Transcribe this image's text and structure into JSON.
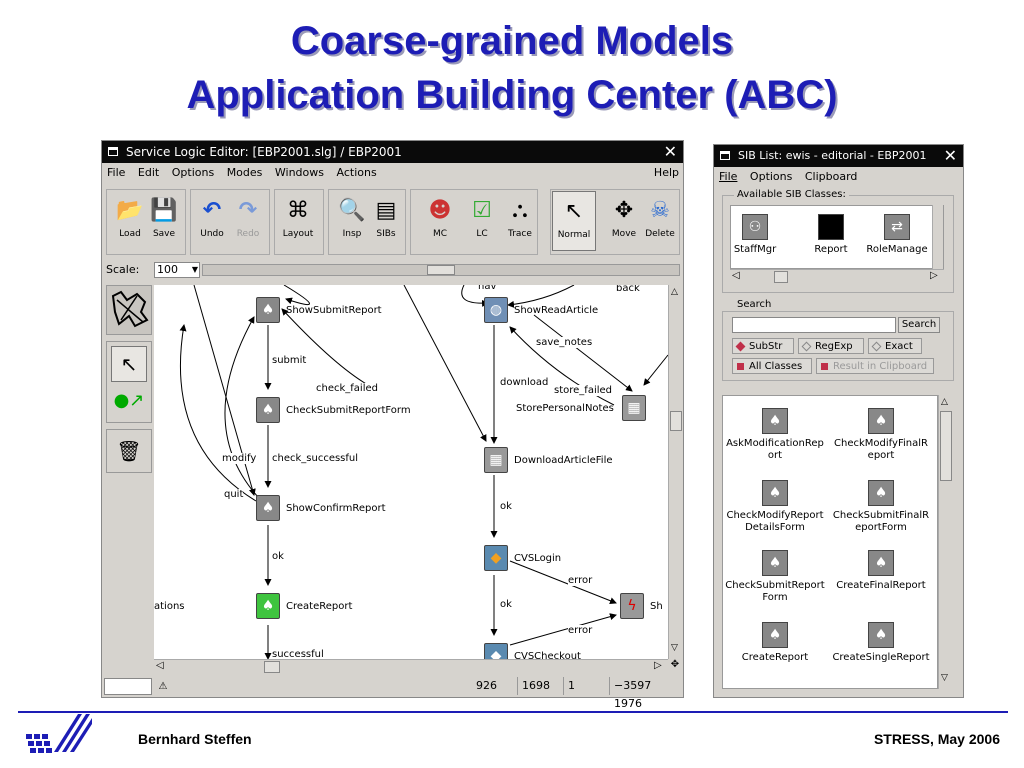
{
  "slide": {
    "title_line1": "Coarse-grained Models",
    "title_line2": "Application Building Center (ABC)",
    "author": "Bernhard Steffen",
    "event": "STRESS, May 2006"
  },
  "editor": {
    "title": "Service Logic Editor: [EBP2001.slg] / EBP2001",
    "menu": [
      "File",
      "Edit",
      "Options",
      "Modes",
      "Windows",
      "Actions"
    ],
    "help": "Help",
    "toolbar": {
      "load": "Load",
      "save": "Save",
      "undo": "Undo",
      "redo": "Redo",
      "layout": "Layout",
      "insp": "Insp",
      "sibs": "SIBs",
      "mc": "MC",
      "lc": "LC",
      "trace": "Trace",
      "normal": "Normal",
      "move": "Move",
      "delete": "Delete"
    },
    "scale_label": "Scale:",
    "scale_value": "100",
    "status": [
      "926",
      "1698",
      "1",
      "−3597 1976"
    ],
    "nodes": {
      "show_submit_report": "ShowSubmitReport",
      "check_submit_report_form": "CheckSubmitReportForm",
      "show_confirm_report": "ShowConfirmReport",
      "create_report": "CreateReport",
      "show_read_article": "ShowReadArticle",
      "store_personal_notes": "StorePersonalNotes",
      "download_article_file": "DownloadArticleFile",
      "cvs_login": "CVSLogin",
      "cvs_checkout": "CVSCheckout",
      "sh": "Sh",
      "ations": "ations"
    },
    "edges": {
      "submit": "submit",
      "check_failed": "check_failed",
      "modify": "modify",
      "check_successful": "check_successful",
      "quit": "quit",
      "ok1": "ok",
      "successful": "successful",
      "nav": "nav",
      "back": "back",
      "save_notes": "save_notes",
      "download": "download",
      "store_failed": "store_failed",
      "ok2": "ok",
      "error1": "error",
      "ok3": "ok",
      "error2": "error"
    }
  },
  "sib": {
    "title": "SIB List: ewis - editorial - EBP2001",
    "menu": [
      "File",
      "Options",
      "Clipboard"
    ],
    "available_label": "Available SIB Classes:",
    "classes": [
      "StaffMgr",
      "Report",
      "RoleManage"
    ],
    "search_label": "Search",
    "search_button": "Search",
    "substr": "SubStr",
    "regexp": "RegExp",
    "exact": "Exact",
    "all_classes": "All Classes",
    "result_clipboard": "Result in Clipboard",
    "items": [
      [
        "AskModificationRep",
        "ort"
      ],
      [
        "CheckModifyFinalR",
        "eport"
      ],
      [
        "CheckModifyReport",
        "DetailsForm"
      ],
      [
        "CheckSubmitFinalR",
        "eportForm"
      ],
      [
        "CheckSubmitReport",
        "Form"
      ],
      [
        "CreateFinalReport",
        ""
      ],
      [
        "CreateReport",
        ""
      ],
      [
        "CreateSingleReport",
        ""
      ]
    ]
  },
  "colors": {
    "title_blue": "#1d1db5",
    "node_gray": "#888888",
    "node_green": "#3fc43f",
    "titlebar": "#0a0a0a"
  }
}
